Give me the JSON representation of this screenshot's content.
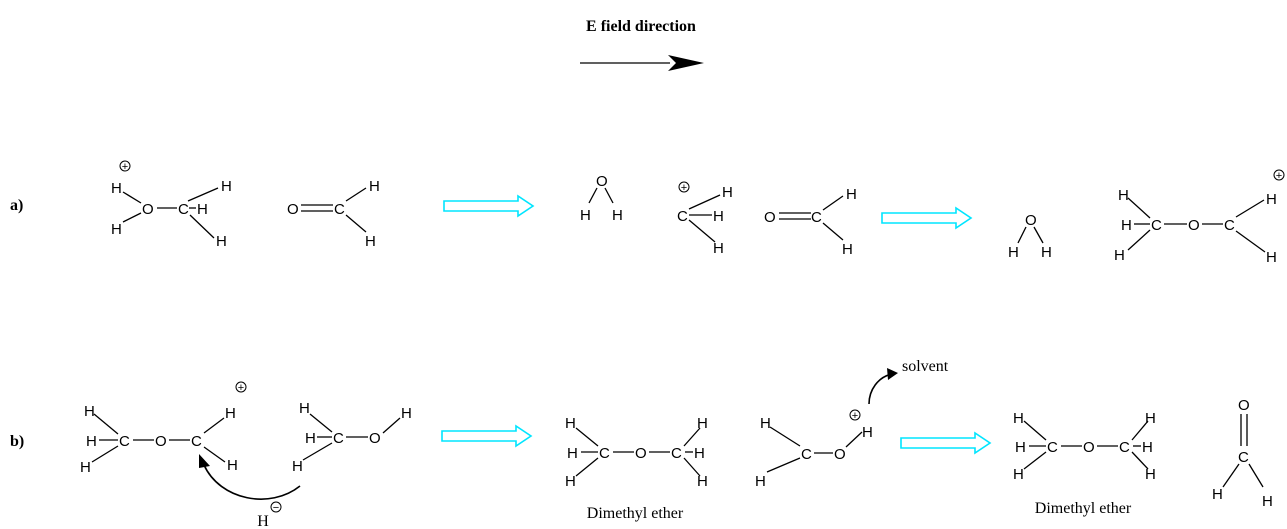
{
  "header": {
    "title": "E field direction"
  },
  "labels": {
    "row_a": "a)",
    "row_b": "b)"
  },
  "captions": {
    "product_1": "Dimethyl ether",
    "product_2": "Dimethyl ether",
    "solvent": "solvent",
    "hydride": "H"
  },
  "atoms": {
    "hydrogen": "H",
    "carbon": "C",
    "oxygen": "O"
  },
  "charges": {
    "plus": "+",
    "minus": "−"
  },
  "colors": {
    "reaction_arrow_outline": "#00e5ff",
    "ink": "#000000"
  },
  "icons": {
    "field_arrow": "black-filled-arrow-icon",
    "reaction_arrow": "cyan-hollow-arrow-icon",
    "electron_arrow": "curved-arrow-icon",
    "charge": "circled-charge-icon"
  }
}
